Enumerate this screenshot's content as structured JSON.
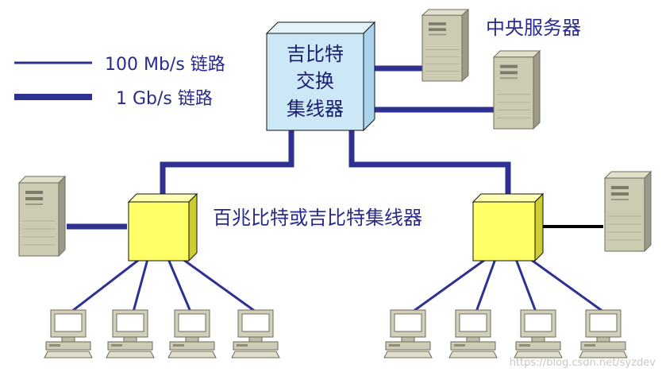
{
  "legend": {
    "line_100mb_label": "100 Mb/s 链路",
    "line_1gb_label": "1 Gb/s 链路"
  },
  "labels": {
    "central_servers": "中央服务器",
    "gigabit_hub_line1": "吉比特",
    "gigabit_hub_line2": "交换",
    "gigabit_hub_line3": "集线器",
    "fast_hubs": "百兆比特或吉比特集线器"
  },
  "watermark": "https://blog.csdn.net/syzdev",
  "colors": {
    "link_blue": "#2e3192",
    "gigabit_hub_fill": "#cce8f6",
    "fast_hub_fill": "#ffff66",
    "device_beige": "#cdcbb4",
    "label_text": "#2a2a8c"
  }
}
